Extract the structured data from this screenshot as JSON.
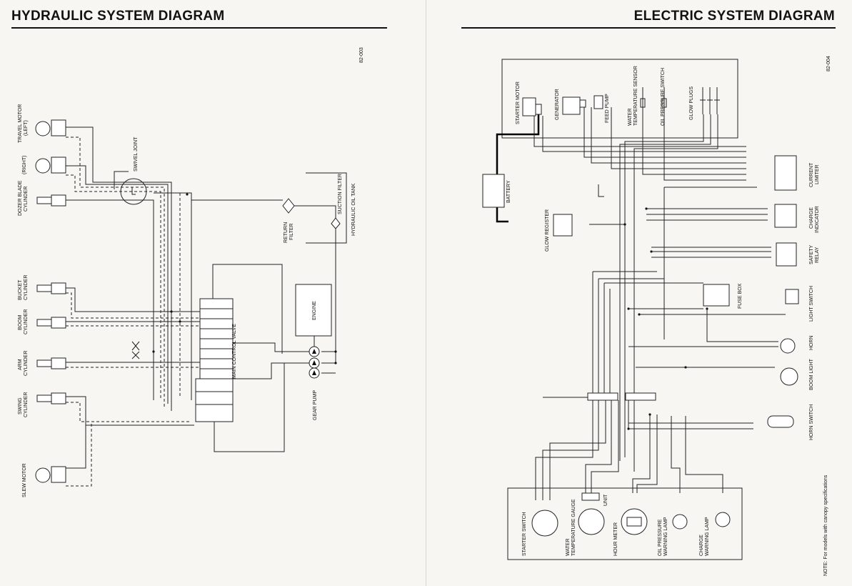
{
  "titles": {
    "hydraulic": "HYDRAULIC SYSTEM DIAGRAM",
    "electric": "ELECTRIC SYSTEM DIAGRAM"
  },
  "codes": {
    "hydraulic": "82-003",
    "electric": "82-004"
  },
  "hydraulic": {
    "travel_motor_left": [
      "TRAVEL MOTOR",
      "(LEFT)"
    ],
    "travel_motor_right": "(RIGHT)",
    "dozer_blade": [
      "DOZER BLADE",
      "CYLINDER"
    ],
    "bucket": [
      "BUCKET",
      "CYLINDER"
    ],
    "boom": [
      "BOOM",
      "CYLINDER"
    ],
    "arm": [
      "ARM",
      "CYLINDER"
    ],
    "swing": [
      "SWING",
      "CYLINDER"
    ],
    "slew_motor": "SLEW MOTOR",
    "swivel_joint": "SWIVEL JOINT",
    "return_filter": [
      "RETURN",
      "FILTER"
    ],
    "suction_filter": "SUCTION FILTER",
    "oil_tank": "HYDRAULIC OIL TANK",
    "engine": "ENGINE",
    "gear_pump": "GEAR PUMP",
    "main_valve": "MAIN CONTROL VALVE"
  },
  "electric": {
    "starter_motor": "STARTER MOTOR",
    "generator": "GENERATOR",
    "feed_pump": "FEED PUMP",
    "water_temp_sensor": [
      "WATER",
      "TEMPERATURE SENSOR"
    ],
    "oil_pressure_switch": "OIL PRESSURE SWITCH",
    "glow_plugs": "GLOW PLUGS",
    "battery": "BATTERY",
    "glow_register": "GLOW REGISTER",
    "current_limiter": [
      "CURRENT",
      "LIMITER"
    ],
    "charge_indicator": [
      "CHARGE",
      "INDICATOR"
    ],
    "safety_relay": [
      "SAFETY",
      "RELAY"
    ],
    "fuse_box": "FUSE BOX",
    "light_switch": "LIGHT SWITCH",
    "horn": "HORN",
    "boom_light": "BOOM LIGHT",
    "horn_switch": "HORN SWITCH",
    "starter_switch": "STARTER SWITCH",
    "water_temp_gauge": [
      "WATER",
      "TEMPERATURE GAUGE"
    ],
    "unit": "UNIT",
    "hour_meter": "HOUR METER",
    "oil_pressure_lamp": [
      "OIL PRESSURE",
      "WARNING LAMP"
    ],
    "charge_lamp": [
      "CHARGE",
      "WARNING LAMP"
    ],
    "note": "NOTE: For models with canopy specifications"
  }
}
